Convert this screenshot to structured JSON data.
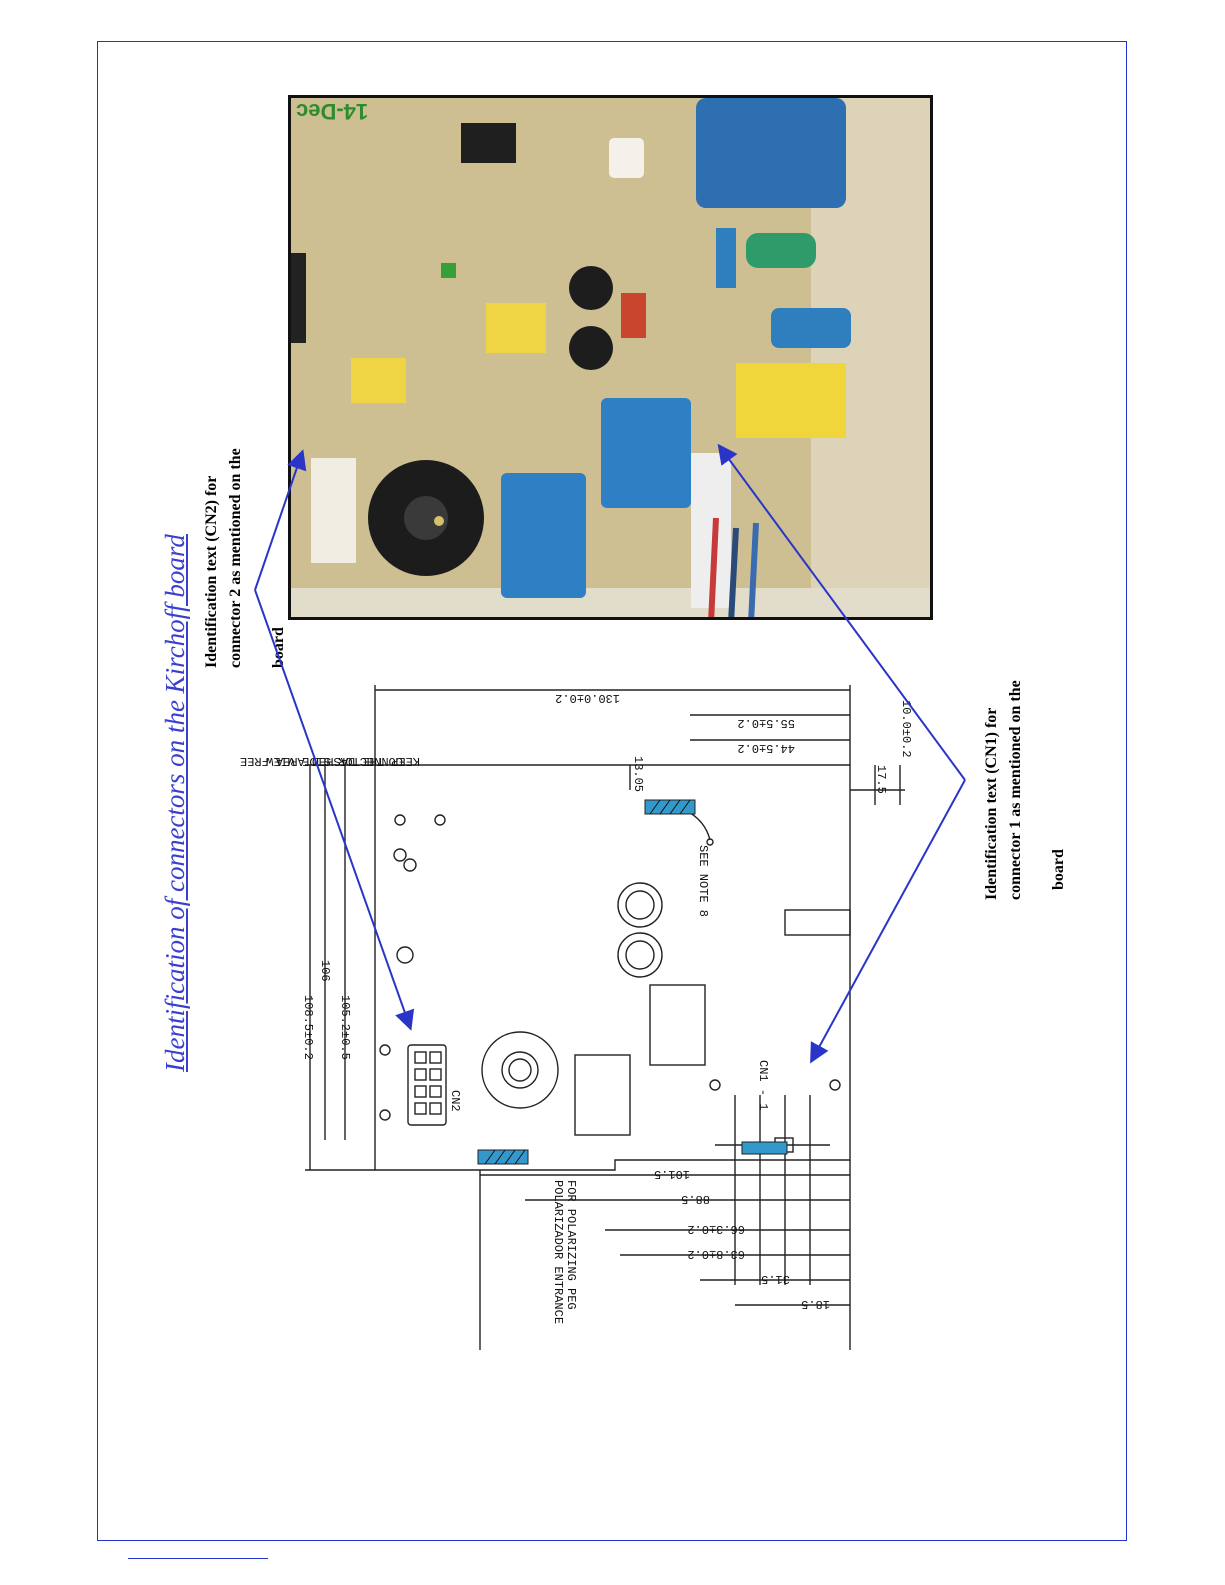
{
  "page": {
    "title": "Identification of connectors on the Kirchoff board",
    "cn2_note_lines": [
      "Identification text (CN2) for",
      "connector 2 as mentioned on the"
    ],
    "cn2_note_tail": "board",
    "cn1_note_lines": [
      "Identification text (CN1) for",
      "connector 1 as mentioned on the"
    ],
    "cn1_note_tail": "board",
    "photo_stamp": "14-Dec"
  },
  "drawing": {
    "header_lines": [
      "CONNECTOR SIDE VIEW",
      "KEEP THE DASHED AREA FREE"
    ],
    "see_note": "SEE NOTE 8",
    "polarizer_lines": [
      "POLARIZADOR ENTRANCE",
      "FOR POLARIZING PEG"
    ],
    "labels": {
      "cn2": "CN2",
      "cn1": "CN1 - 1"
    },
    "dims_top": [
      "130.0±0.2",
      "55.5±0.2",
      "44.5±0.2",
      "13.05",
      "17.5",
      "10.0±0.2"
    ],
    "dims_left": [
      "108.5±0.2",
      "106",
      "105.2±0.5"
    ],
    "dims_bottom": [
      "18.5",
      "31.5",
      "63.8±0.2",
      "66.3±0.2",
      "88.5",
      "101.5"
    ]
  },
  "colors": {
    "frame": "#2233cc",
    "title": "#3a3fd0",
    "arrow": "#2a35c8",
    "hatch": "#3399cc"
  }
}
